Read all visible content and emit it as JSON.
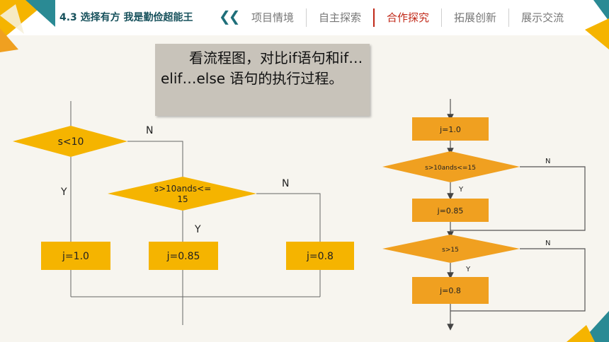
{
  "header": {
    "lesson_title": "4.3  选择有方 我是勤俭超能王",
    "chevron": "❮❮",
    "tabs": [
      {
        "label": "项目情境",
        "active": false
      },
      {
        "label": "自主探索",
        "active": false
      },
      {
        "label": "合作探究",
        "active": true
      },
      {
        "label": "拓展创新",
        "active": false
      },
      {
        "label": "展示交流",
        "active": false
      }
    ]
  },
  "note": {
    "text": "看流程图，对比if语句和if…elif…else 语句的执行过程。"
  },
  "flow_left": {
    "cond1": "s<10",
    "cond2_line1": "s>10ands<=",
    "cond2_line2": "15",
    "yes": "Y",
    "no": "N",
    "box1": "j=1.0",
    "box2": "j=0.85",
    "box3": "j=0.8"
  },
  "flow_right": {
    "box1": "j=1.0",
    "cond1": "s>10ands<=15",
    "box2": "j=0.85",
    "cond2": "s>15",
    "box3": "j=0.8",
    "yes": "Y",
    "no": "N"
  },
  "colors": {
    "accent_yellow": "#f5b400",
    "accent_orange": "#f0a020",
    "accent_teal": "#1f7f8a",
    "active_tab": "#c02818",
    "line": "#666666"
  }
}
